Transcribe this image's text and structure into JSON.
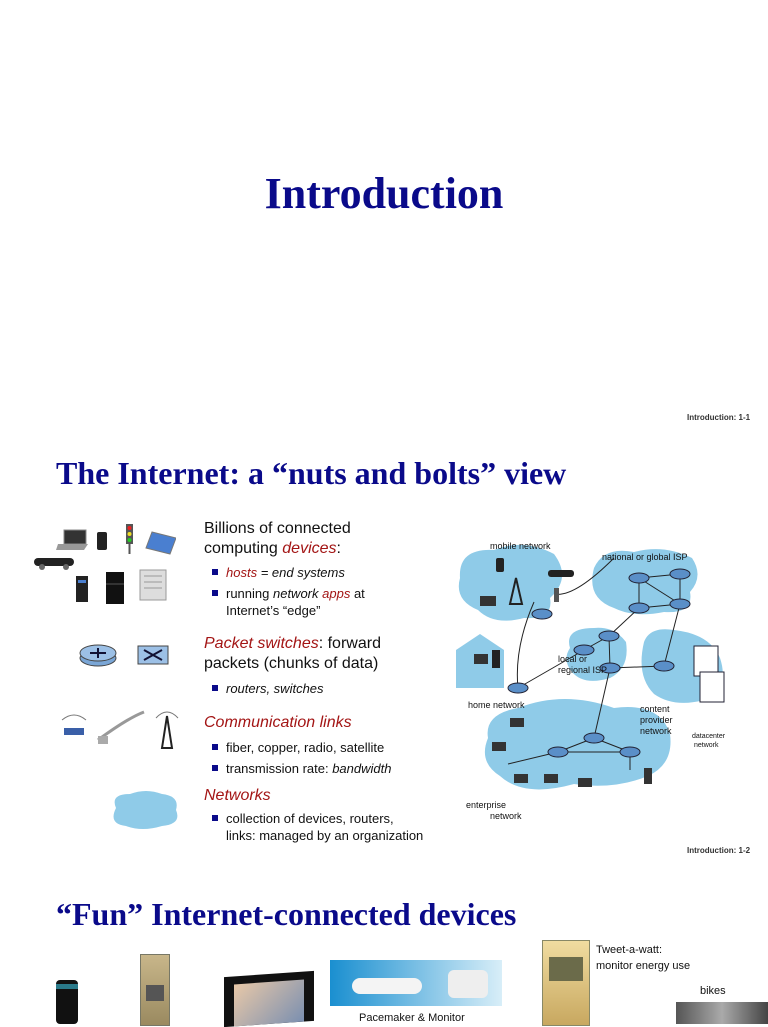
{
  "slide1": {
    "title": "Introduction",
    "footer": "Introduction: 1-1"
  },
  "slide2": {
    "title": "The Internet: a “nuts and bolts” view",
    "devices_heading_1": "Billions of connected",
    "devices_heading_2a": "computing ",
    "devices_heading_2b": "devices",
    "devices_heading_2c": ":",
    "bullet_hosts_a": "hosts",
    "bullet_hosts_b": " = end systems",
    "bullet_running_a": "running ",
    "bullet_running_b": "network ",
    "bullet_running_c": "apps",
    "bullet_running_d": " at",
    "bullet_running_e": "Internet’s “edge”",
    "switches_heading_a": "Packet switches",
    "switches_heading_b": ": forward",
    "switches_heading_2": "packets (chunks of data)",
    "bullet_routers": "routers, switches",
    "links_heading": "Communication links",
    "bullet_fiber": "fiber, copper, radio, satellite",
    "bullet_rate_a": "transmission rate: ",
    "bullet_rate_b": "bandwidth",
    "networks_heading": "Networks",
    "bullet_collection_1": "collection of devices, routers,",
    "bullet_collection_2": "links: managed by an organization",
    "diagram_labels": {
      "mobile": "mobile network",
      "national": "national or global ISP",
      "local_1": "local or",
      "local_2": "regional ISP",
      "home": "home network",
      "content_1": "content",
      "content_2": "provider",
      "content_3": "network",
      "datacenter_1": "datacenter",
      "datacenter_2": "network",
      "enterprise_1": "enterprise",
      "enterprise_2": "network"
    },
    "footer": "Introduction: 1-2"
  },
  "slide3": {
    "title": "“Fun” Internet-connected devices",
    "tweet_1": "Tweet-a-watt:",
    "tweet_2": "monitor energy use",
    "pacemaker": "Pacemaker & Monitor",
    "bikes": "bikes"
  },
  "colors": {
    "title_blue": "#0a0a8a",
    "accent_red": "#a31515",
    "cloud_blue": "#8fcbe8",
    "router_blue": "#5a8fc8"
  }
}
